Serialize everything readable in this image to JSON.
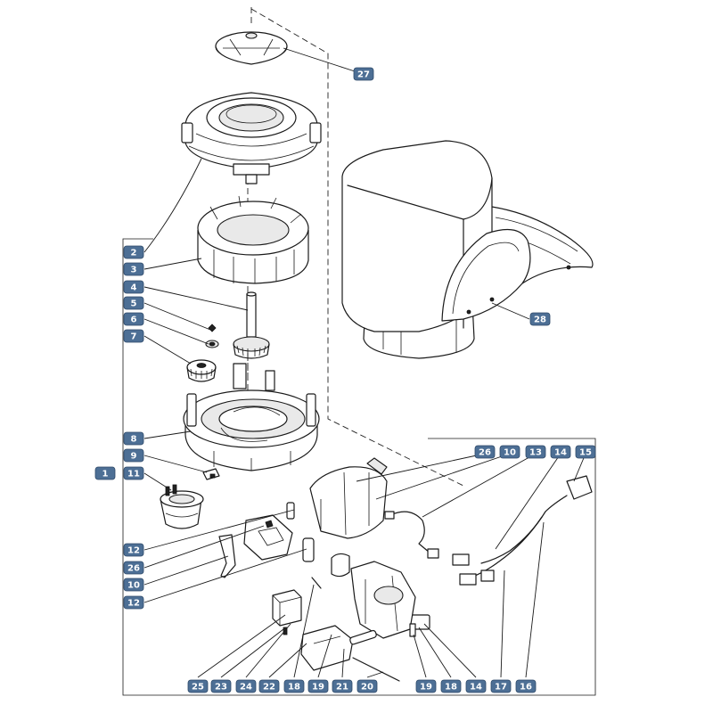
{
  "callouts": [
    {
      "id": "c27",
      "label": "27"
    },
    {
      "id": "c2",
      "label": "2"
    },
    {
      "id": "c3",
      "label": "3"
    },
    {
      "id": "c4",
      "label": "4"
    },
    {
      "id": "c5",
      "label": "5"
    },
    {
      "id": "c6",
      "label": "6"
    },
    {
      "id": "c7",
      "label": "7"
    },
    {
      "id": "c8",
      "label": "8"
    },
    {
      "id": "c9",
      "label": "9"
    },
    {
      "id": "c1",
      "label": "1"
    },
    {
      "id": "c11",
      "label": "11"
    },
    {
      "id": "c28",
      "label": "28"
    },
    {
      "id": "c26t",
      "label": "26"
    },
    {
      "id": "c10t",
      "label": "10"
    },
    {
      "id": "c13t",
      "label": "13"
    },
    {
      "id": "c14t",
      "label": "14"
    },
    {
      "id": "c15t",
      "label": "15"
    },
    {
      "id": "c12a",
      "label": "12"
    },
    {
      "id": "c26l",
      "label": "26"
    },
    {
      "id": "c10l",
      "label": "10"
    },
    {
      "id": "c12b",
      "label": "12"
    },
    {
      "id": "b25",
      "label": "25"
    },
    {
      "id": "b23",
      "label": "23"
    },
    {
      "id": "b24",
      "label": "24"
    },
    {
      "id": "b22",
      "label": "22"
    },
    {
      "id": "b18a",
      "label": "18"
    },
    {
      "id": "b19a",
      "label": "19"
    },
    {
      "id": "b21",
      "label": "21"
    },
    {
      "id": "b20",
      "label": "20"
    },
    {
      "id": "b19b",
      "label": "19"
    },
    {
      "id": "b18b",
      "label": "18"
    },
    {
      "id": "b14",
      "label": "14"
    },
    {
      "id": "b17",
      "label": "17"
    },
    {
      "id": "b16",
      "label": "16"
    }
  ],
  "colors": {
    "badge": "#4d6f95",
    "ink": "#1a1a1a"
  }
}
